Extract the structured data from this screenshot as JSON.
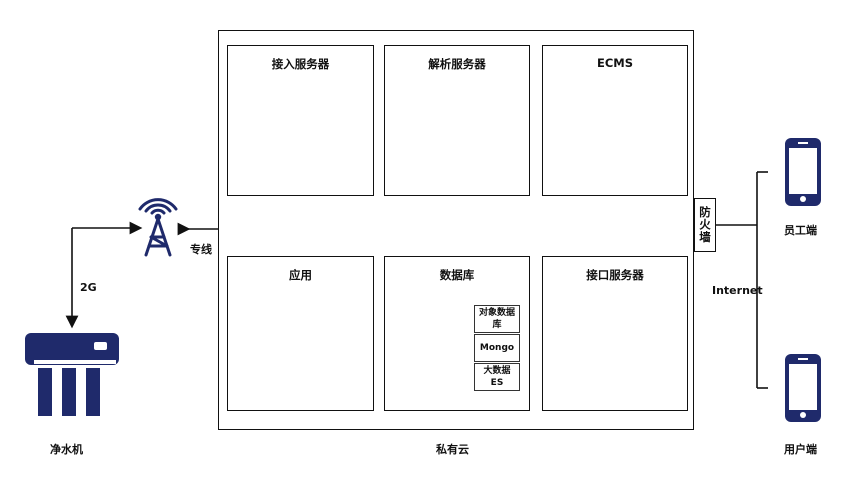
{
  "colors": {
    "icon": "#1f2a6b",
    "line": "#111111"
  },
  "labels": {
    "private_cloud": "私有云",
    "dedicated_line": "专线",
    "link_2g": "2G",
    "purifier": "净水机",
    "firewall": "防火墙",
    "internet": "Internet",
    "employee_client": "员工端",
    "user_client": "用户端"
  },
  "panels": {
    "access_server": "接入服务器",
    "parse_server": "解析服务器",
    "ecms": "ECMS",
    "application": "应用",
    "database": "数据库",
    "interface_server": "接口服务器"
  },
  "database_stores": [
    {
      "label": "对象数据库"
    },
    {
      "label": "Mongo"
    },
    {
      "label": "大数据ES"
    }
  ],
  "ellipsis": "•••",
  "icons": [
    "server-icon",
    "database-icon",
    "cube-icon",
    "antenna-icon",
    "smartphone-icon",
    "water-purifier-icon"
  ]
}
